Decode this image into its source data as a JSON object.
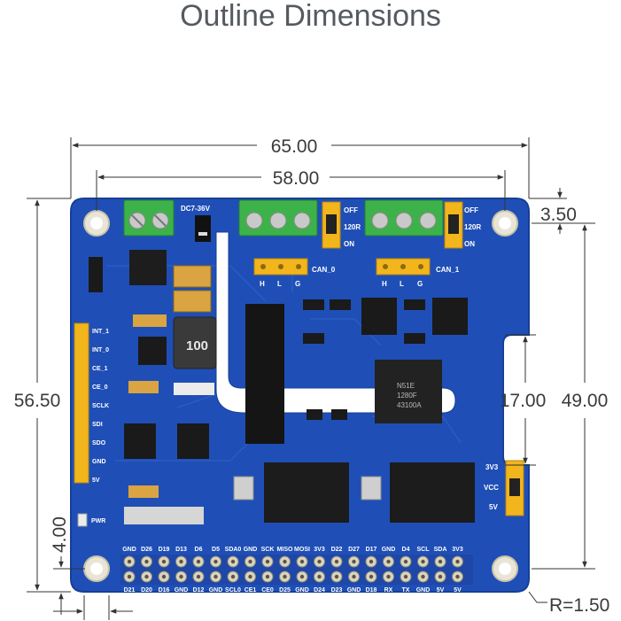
{
  "title": "Outline Dimensions",
  "dimensions": {
    "width_outer": "65.00",
    "width_holes": "58.00",
    "height_outer": "56.50",
    "height_holes": "49.00",
    "cutout": "17.00",
    "hole_offset_top": "3.50",
    "hole_offset_side": "4.00",
    "radius": "R=1.50"
  },
  "board": {
    "power_label": "DC7-36V",
    "can0_label": "CAN_0",
    "can1_label": "CAN_1",
    "hlg": [
      "H",
      "L",
      "G"
    ],
    "jumper_off": "OFF",
    "jumper_120r": "120R",
    "jumper_on": "ON",
    "left_header": [
      "INT_1",
      "INT_0",
      "CE_1",
      "CE_0",
      "SCLK",
      "SDI",
      "SDO",
      "GND",
      "5V"
    ],
    "pwr_label": "PWR",
    "inductor_code": "100",
    "chip_codes": [
      "N51E",
      "1280F",
      "43100A"
    ],
    "vsel": [
      "3V3",
      "VCC",
      "5V"
    ],
    "top_pins": [
      "GND",
      "D26",
      "D19",
      "D13",
      "D6",
      "D5",
      "SDA0",
      "GND",
      "SCK",
      "MISO",
      "MOSI",
      "3V3",
      "D22",
      "D27",
      "D17",
      "GND",
      "D4",
      "SCL",
      "SDA",
      "3V3"
    ],
    "bottom_pins": [
      "D21",
      "D20",
      "D16",
      "GND",
      "D12",
      "GND",
      "SCL0",
      "CE1",
      "CE0",
      "D25",
      "GND",
      "D24",
      "D23",
      "GND",
      "D18",
      "RX",
      "TX",
      "GND",
      "5V",
      "5V"
    ]
  }
}
